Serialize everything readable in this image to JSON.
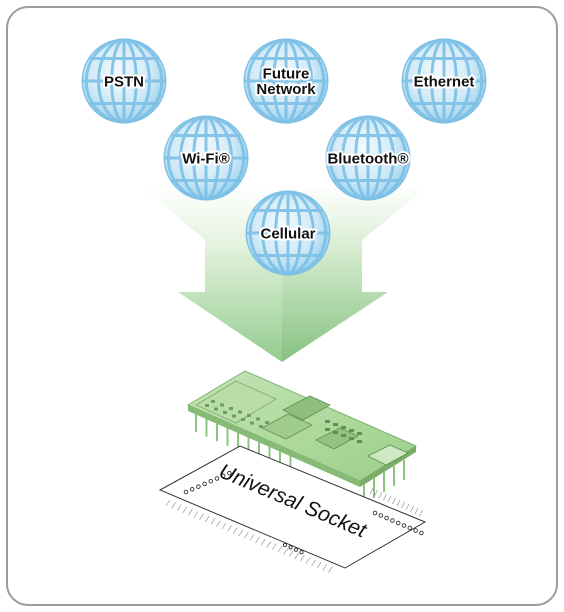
{
  "colors": {
    "border": "#9c9c9c",
    "globe_light": "#e8f4fb",
    "globe_mid": "#9fd2ee",
    "globe_dark": "#5fb3e0",
    "arrow_top": "#f4faf1",
    "arrow_bottom": "#9ed19a",
    "board_green": "#a9d69a",
    "board_dark": "#6fa860"
  },
  "networks": [
    {
      "id": "pstn",
      "lines": [
        "PSTN"
      ],
      "icon": "globe-icon"
    },
    {
      "id": "future-network",
      "lines": [
        "Future",
        "Network"
      ],
      "icon": "globe-icon"
    },
    {
      "id": "ethernet",
      "lines": [
        "Ethernet"
      ],
      "icon": "globe-icon"
    },
    {
      "id": "wifi",
      "lines": [
        "Wi-Fi®"
      ],
      "icon": "globe-icon"
    },
    {
      "id": "bluetooth",
      "lines": [
        "Bluetooth®"
      ],
      "icon": "globe-icon"
    },
    {
      "id": "cellular",
      "lines": [
        "Cellular"
      ],
      "icon": "globe-icon"
    }
  ],
  "socket": {
    "label": "Universal Socket"
  }
}
